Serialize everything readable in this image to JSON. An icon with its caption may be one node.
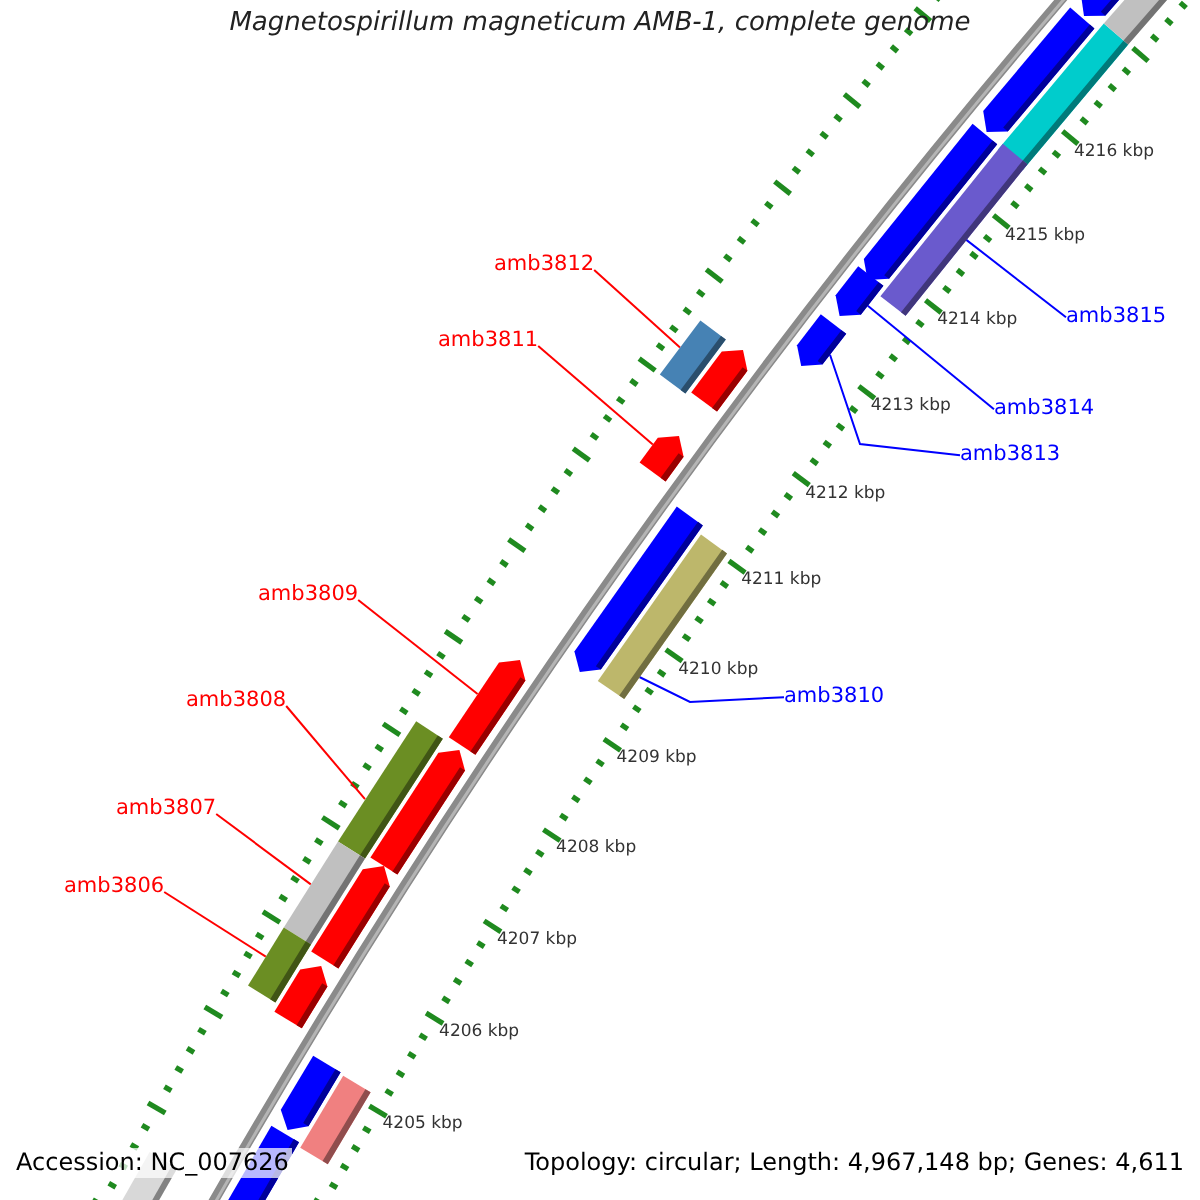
{
  "diagram": {
    "title": "Magnetospirillum magneticum AMB-1, complete genome",
    "nodes": [
      {
        "text": [
          "amb3812"
        ]
      },
      {
        "text": [
          "amb3815"
        ]
      },
      {
        "text": [
          "amb3811"
        ]
      },
      {
        "text": [
          "amb3814"
        ]
      },
      {
        "text": [
          "amb3813"
        ]
      },
      {
        "text": [
          "amb3809"
        ]
      },
      {
        "text": [
          "amb3810"
        ]
      },
      {
        "text": [
          "amb3808"
        ]
      },
      {
        "text": [
          "amb3807"
        ]
      },
      {
        "text": [
          "amb3806"
        ]
      },
      {
        "text": [],
        "shape": "bar"
      },
      {
        "text": [],
        "shape": "bar"
      },
      {
        "text": [],
        "shape": "arrow"
      },
      {
        "text": [],
        "shape": "arrow"
      },
      {
        "text": [],
        "shape": "arrow"
      },
      {
        "text": [],
        "shape": "arrow"
      },
      {
        "text": [],
        "shape": "bar"
      },
      {
        "text": [],
        "shape": "bar"
      },
      {
        "text": [],
        "shape": "bar"
      },
      {
        "text": [],
        "shape": "bar"
      }
    ],
    "edges": [
      {
        "from": 0,
        "to": 10,
        "arrow": "none"
      },
      {
        "from": 1,
        "to": 11,
        "arrow": "none",
        "color": "#0000ff"
      },
      {
        "from": 2,
        "to": 12,
        "arrow": "none"
      },
      {
        "from": 3,
        "to": 13,
        "arrow": "none",
        "color": "#0000ff"
      },
      {
        "from": 4,
        "to": 14,
        "arrow": "none",
        "color": "#0000ff"
      },
      {
        "from": 5,
        "to": 15,
        "arrow": "none"
      },
      {
        "from": 6,
        "to": 16,
        "arrow": "none",
        "color": "#0000ff"
      },
      {
        "from": 7,
        "to": 17,
        "arrow": "none"
      },
      {
        "from": 8,
        "to": 18,
        "arrow": "none"
      },
      {
        "from": 9,
        "to": 19,
        "arrow": "none"
      }
    ],
    "labels": [
      "4216 kbp",
      "4215 kbp",
      "4214 kbp",
      "4213 kbp",
      "4212 kbp",
      "4211 kbp",
      "4210 kbp",
      "4209 kbp",
      "4208 kbp",
      "4207 kbp",
      "4206 kbp",
      "4205 kbp",
      "Accession: NC_007626",
      "Topology: circular; Length: 4,967,148 bp; Genes: 4,611"
    ]
  }
}
